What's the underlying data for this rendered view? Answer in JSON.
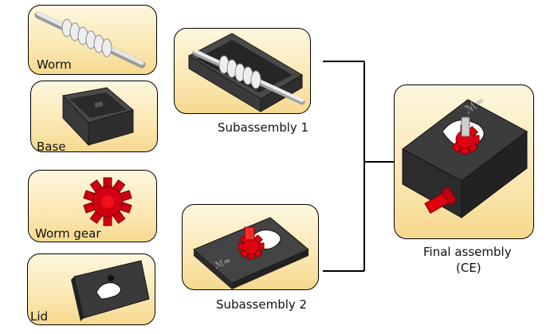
{
  "parts": {
    "worm": {
      "label": "Worm",
      "icon": "worm-shaft-icon"
    },
    "base": {
      "label": "Base",
      "icon": "base-housing-icon"
    },
    "worm_gear": {
      "label": "Worm gear",
      "icon": "worm-gear-icon"
    },
    "lid": {
      "label": "Lid",
      "icon": "lid-plate-icon"
    }
  },
  "subassemblies": {
    "one": {
      "label": "Subassembly 1",
      "icon": "subassembly-1-icon"
    },
    "two": {
      "label": "Subassembly 2",
      "icon": "subassembly-2-icon"
    }
  },
  "final": {
    "line1": "Final assembly",
    "line2": "(CE)",
    "icon": "final-assembly-icon"
  },
  "colors": {
    "card_top": "#fdf7de",
    "card_bottom": "#f6d98f",
    "part_dark": "#2f2f2f",
    "part_light": "#dcdcdc",
    "gear_red": "#e0000f"
  }
}
